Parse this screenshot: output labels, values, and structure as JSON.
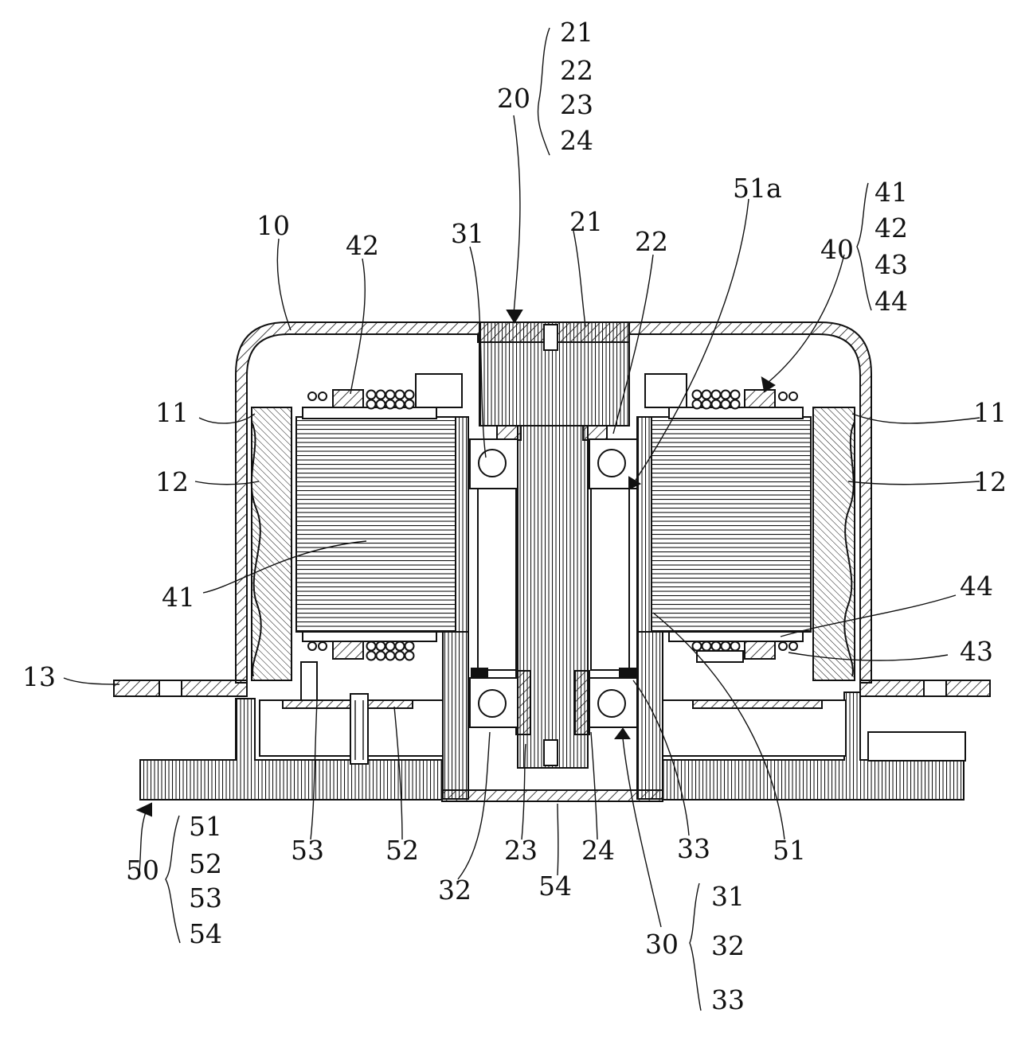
{
  "labels": {
    "l10": "10",
    "l11_left": "11",
    "l11_right": "11",
    "l12_left": "12",
    "l12_right": "12",
    "l13": "13",
    "l20": "20",
    "l21_group": "21",
    "l22_group": "22",
    "l23_group": "23",
    "l24_group": "24",
    "l21": "21",
    "l22": "22",
    "l23": "23",
    "l24": "24",
    "l30": "30",
    "l31_group": "31",
    "l32_group": "32",
    "l33_group": "33",
    "l31": "31",
    "l32": "32",
    "l33": "33",
    "l40": "40",
    "l41_group": "41",
    "l42_group": "42",
    "l43_group": "43",
    "l44_group": "44",
    "l41": "41",
    "l42": "42",
    "l43": "43",
    "l44": "44",
    "l50": "50",
    "l51_group": "51",
    "l52_group": "52",
    "l53_group": "53",
    "l54_group": "54",
    "l51": "51",
    "l51a": "51a",
    "l52": "52",
    "l53": "53",
    "l54": "54"
  }
}
